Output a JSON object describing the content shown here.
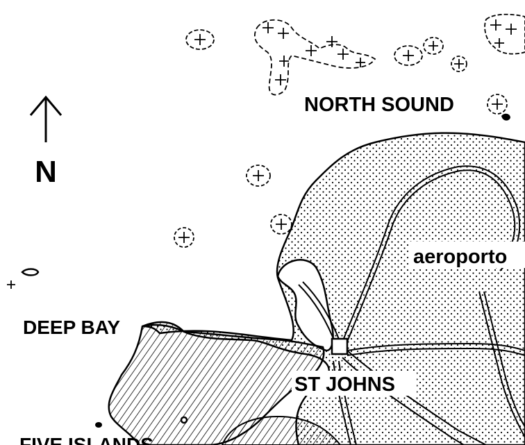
{
  "map": {
    "compass_letter": "N",
    "labels": {
      "north_sound": "NORTH SOUND",
      "deep_bay": "DEEP BAY",
      "st_johns": "ST JOHNS",
      "airport": "aeroporto",
      "bottom_left": "FIVE ISLANDS"
    }
  },
  "colors": {
    "ink": "#000000",
    "paper": "#ffffff"
  },
  "icons": [
    "north-arrow-icon",
    "reef-marker-icon",
    "city-square-icon"
  ]
}
